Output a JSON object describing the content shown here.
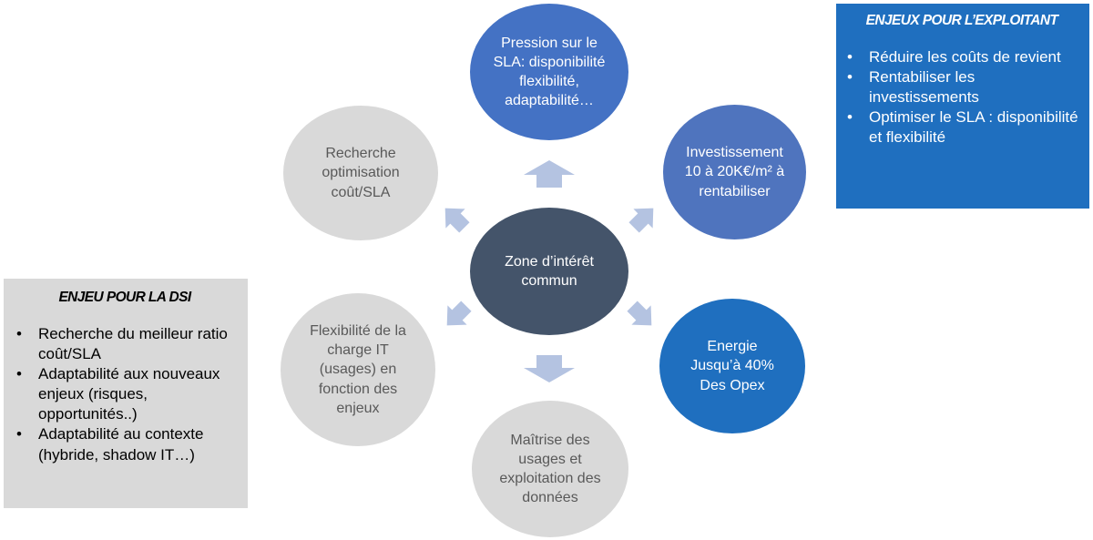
{
  "center": {
    "label": "Zone d’intérêt\ncommun"
  },
  "nodes": {
    "top": {
      "label": "Pression sur le\nSLA: disponibilité\nflexibilité,\nadaptabilité…"
    },
    "top_right": {
      "label": "Investissement\n10 à 20K€/m² à\nrentabiliser"
    },
    "bottom_right": {
      "label": "Energie\nJusqu’à 40%\nDes Opex"
    },
    "bottom": {
      "label": "Maîtrise des\nusages et\nexploitation des\ndonnées"
    },
    "bottom_left": {
      "label": "Flexibilité de la\ncharge IT\n(usages) en\nfonction des\nenjeux"
    },
    "top_left": {
      "label": "Recherche\noptimisation\ncoût/SLA"
    }
  },
  "panel_dsi": {
    "title": "ENJEU POUR LA DSI",
    "items": [
      "Recherche du meilleur ratio coût/SLA",
      "Adaptabilité aux nouveaux enjeux (risques, opportunités..)",
      "Adaptabilité au contexte (hybride, shadow IT…)"
    ]
  },
  "panel_exploitant": {
    "title": "ENJEUX POUR L’EXPLOITANT",
    "items": [
      "Réduire les coûts de revient",
      "Rentabiliser les investissements",
      "Optimiser le SLA : disponibilité et flexibilité"
    ]
  },
  "colors": {
    "blue": "#4472C4",
    "deep_blue": "#1F6FBF",
    "gray": "#D9D9D9",
    "center": "#44546A",
    "arrow": "#B4C3E1"
  }
}
